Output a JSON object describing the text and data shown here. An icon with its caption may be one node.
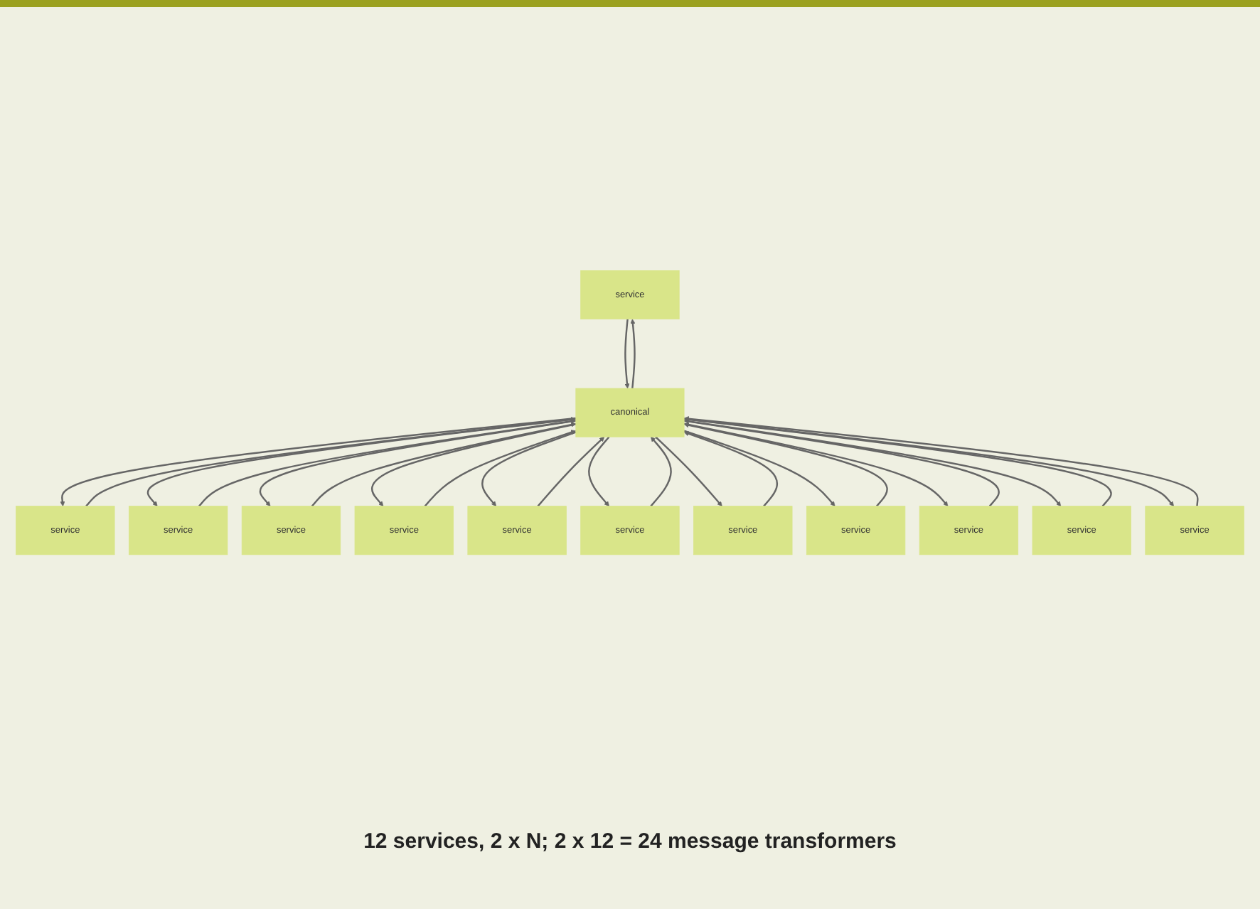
{
  "diagram": {
    "caption": "12 services, 2 x N; 2 x 12 = 24 message transformers",
    "nodes": [
      {
        "text": [
          "service"
        ]
      },
      {
        "text": [
          "service"
        ]
      },
      {
        "text": [
          "service"
        ]
      },
      {
        "text": [
          "service"
        ]
      },
      {
        "text": [
          "service"
        ]
      },
      {
        "text": [
          "service"
        ]
      },
      {
        "text": [
          "canonical"
        ]
      },
      {
        "text": [
          "service"
        ]
      },
      {
        "text": [
          "service"
        ]
      },
      {
        "text": [
          "service"
        ]
      },
      {
        "text": [
          "service"
        ]
      },
      {
        "text": [
          "service"
        ]
      },
      {
        "text": [
          "service"
        ]
      }
    ],
    "edges": [
      {
        "from": 0,
        "to": 6,
        "arrow": "to"
      },
      {
        "from": 6,
        "to": 0,
        "arrow": "to"
      },
      {
        "from": 1,
        "to": 6,
        "arrow": "to"
      },
      {
        "from": 6,
        "to": 1,
        "arrow": "to"
      },
      {
        "from": 2,
        "to": 6,
        "arrow": "to"
      },
      {
        "from": 6,
        "to": 2,
        "arrow": "to"
      },
      {
        "from": 3,
        "to": 6,
        "arrow": "to"
      },
      {
        "from": 6,
        "to": 3,
        "arrow": "to"
      },
      {
        "from": 4,
        "to": 6,
        "arrow": "to"
      },
      {
        "from": 6,
        "to": 4,
        "arrow": "to"
      },
      {
        "from": 5,
        "to": 6,
        "arrow": "to"
      },
      {
        "from": 6,
        "to": 5,
        "arrow": "to"
      },
      {
        "from": 7,
        "to": 6,
        "arrow": "to"
      },
      {
        "from": 6,
        "to": 7,
        "arrow": "to"
      },
      {
        "from": 8,
        "to": 6,
        "arrow": "to"
      },
      {
        "from": 6,
        "to": 8,
        "arrow": "to"
      },
      {
        "from": 9,
        "to": 6,
        "arrow": "to"
      },
      {
        "from": 6,
        "to": 9,
        "arrow": "to"
      },
      {
        "from": 10,
        "to": 6,
        "arrow": "to"
      },
      {
        "from": 6,
        "to": 10,
        "arrow": "to"
      },
      {
        "from": 11,
        "to": 6,
        "arrow": "to"
      },
      {
        "from": 6,
        "to": 11,
        "arrow": "to"
      },
      {
        "from": 12,
        "to": 6,
        "arrow": "to"
      },
      {
        "from": 6,
        "to": 12,
        "arrow": "to"
      }
    ]
  }
}
